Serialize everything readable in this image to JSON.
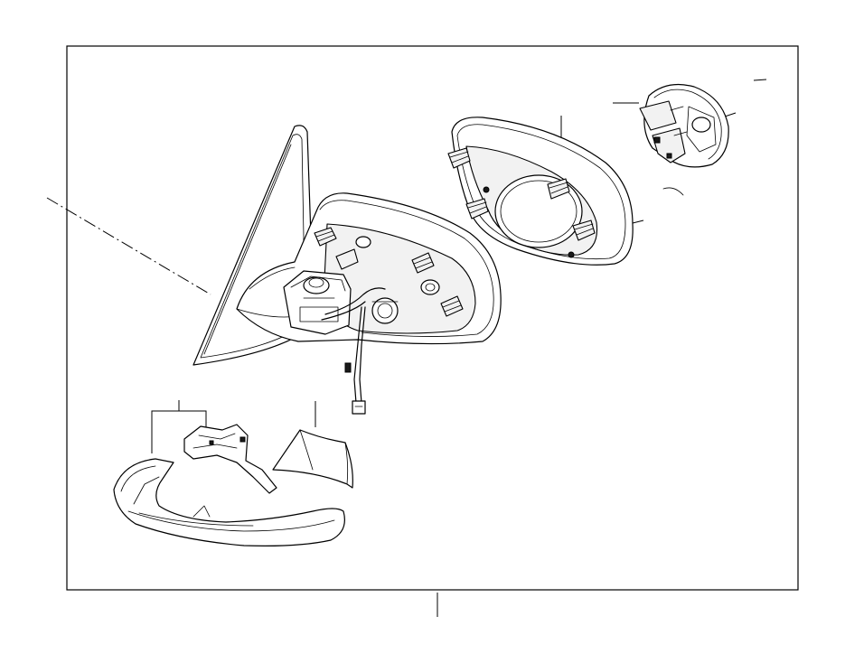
{
  "diagram": {
    "frame_color": "#000000",
    "background_color": "#ffffff",
    "parts": [
      "mirror-glass",
      "mirror-housing-frame",
      "mirror-base-housing",
      "wiring-harness",
      "adjustment-motor",
      "lower-cover-trim",
      "cover-cap",
      "mounting-bracket"
    ]
  }
}
